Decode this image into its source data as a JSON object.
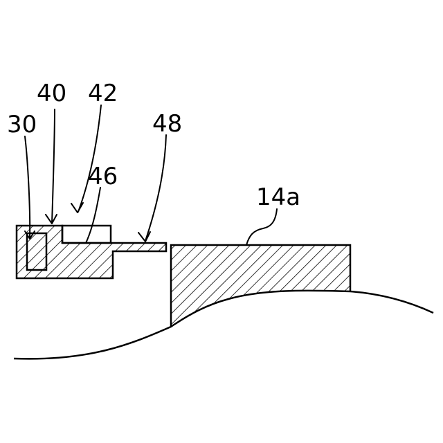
{
  "labels": {
    "ref_30": "30",
    "ref_40": "40",
    "ref_42": "42",
    "ref_46": "46",
    "ref_48": "48",
    "ref_14a": "14a"
  },
  "colors": {
    "line": "#000000",
    "background": "#ffffff"
  }
}
